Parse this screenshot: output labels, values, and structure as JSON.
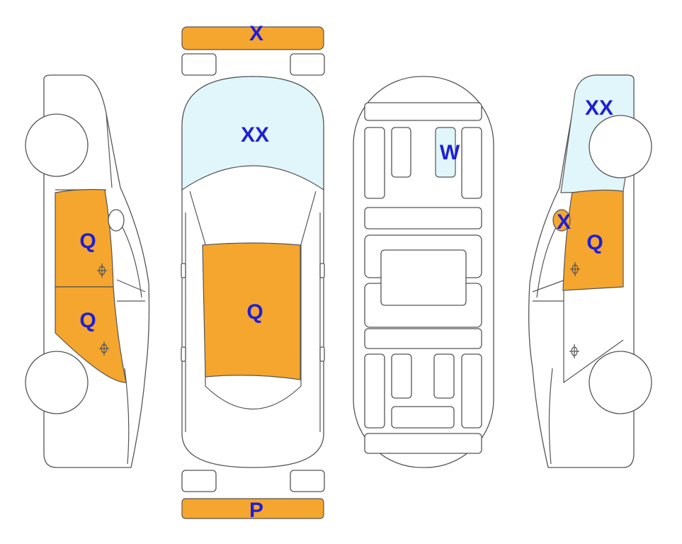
{
  "colors": {
    "damage": "#f5a62e",
    "glass": "#e1f6fb",
    "label": "#1f1fd6",
    "outline": "#555555"
  },
  "labels": {
    "front_bumper": "X",
    "windshield": "XX",
    "roof": "Q",
    "rear_bumper": "P",
    "interior": "W",
    "left_front_door": "Q",
    "left_rear_door": "Q",
    "right_rear_glass": "XX",
    "right_mirror": "X",
    "right_front_door": "Q"
  }
}
